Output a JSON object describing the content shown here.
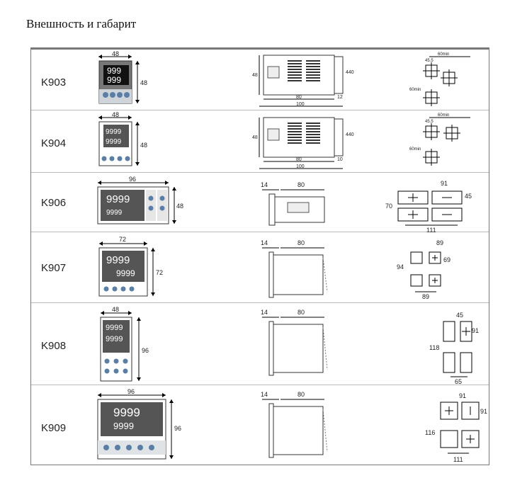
{
  "title": "Внешность и габарит",
  "rows": [
    {
      "model": "K903",
      "front": {
        "w": "48",
        "h": "48",
        "top": "999",
        "bottom": "999"
      },
      "side": {
        "h": "48",
        "h2": "440",
        "len": "80",
        "total": "100",
        "depth": "12"
      },
      "panel": {
        "a": "45.5",
        "b": "60min",
        "c": "60min"
      }
    },
    {
      "model": "K904",
      "front": {
        "w": "48",
        "h": "48",
        "top": "9999",
        "bottom": "9999"
      },
      "side": {
        "h": "48",
        "h2": "440",
        "len": "80",
        "total": "100",
        "depth": "10"
      },
      "panel": {
        "a": "45.5",
        "b": "60min",
        "c": "60min"
      }
    },
    {
      "model": "K906",
      "front": {
        "w": "96",
        "h": "48",
        "top": "9999",
        "bottom": "9999"
      },
      "side": {
        "a": "14",
        "b": "80"
      },
      "panel": {
        "a": "91",
        "b": "45",
        "c": "70",
        "d": "111"
      }
    },
    {
      "model": "K907",
      "front": {
        "w": "72",
        "h": "72",
        "top": "9999",
        "bottom": "9999"
      },
      "side": {
        "a": "14",
        "b": "80"
      },
      "panel": {
        "a": "89",
        "b": "69",
        "c": "94",
        "d": "89"
      }
    },
    {
      "model": "K908",
      "front": {
        "w": "48",
        "h": "96",
        "top": "9999",
        "bottom": "9999"
      },
      "side": {
        "a": "14",
        "b": "80"
      },
      "panel": {
        "a": "45",
        "b": "91",
        "c": "118",
        "d": "65"
      }
    },
    {
      "model": "K909",
      "front": {
        "w": "96",
        "h": "96",
        "top": "9999",
        "bottom": "9999"
      },
      "side": {
        "a": "14",
        "b": "80"
      },
      "panel": {
        "a": "91",
        "b": "91",
        "c": "116",
        "d": "111"
      }
    }
  ]
}
